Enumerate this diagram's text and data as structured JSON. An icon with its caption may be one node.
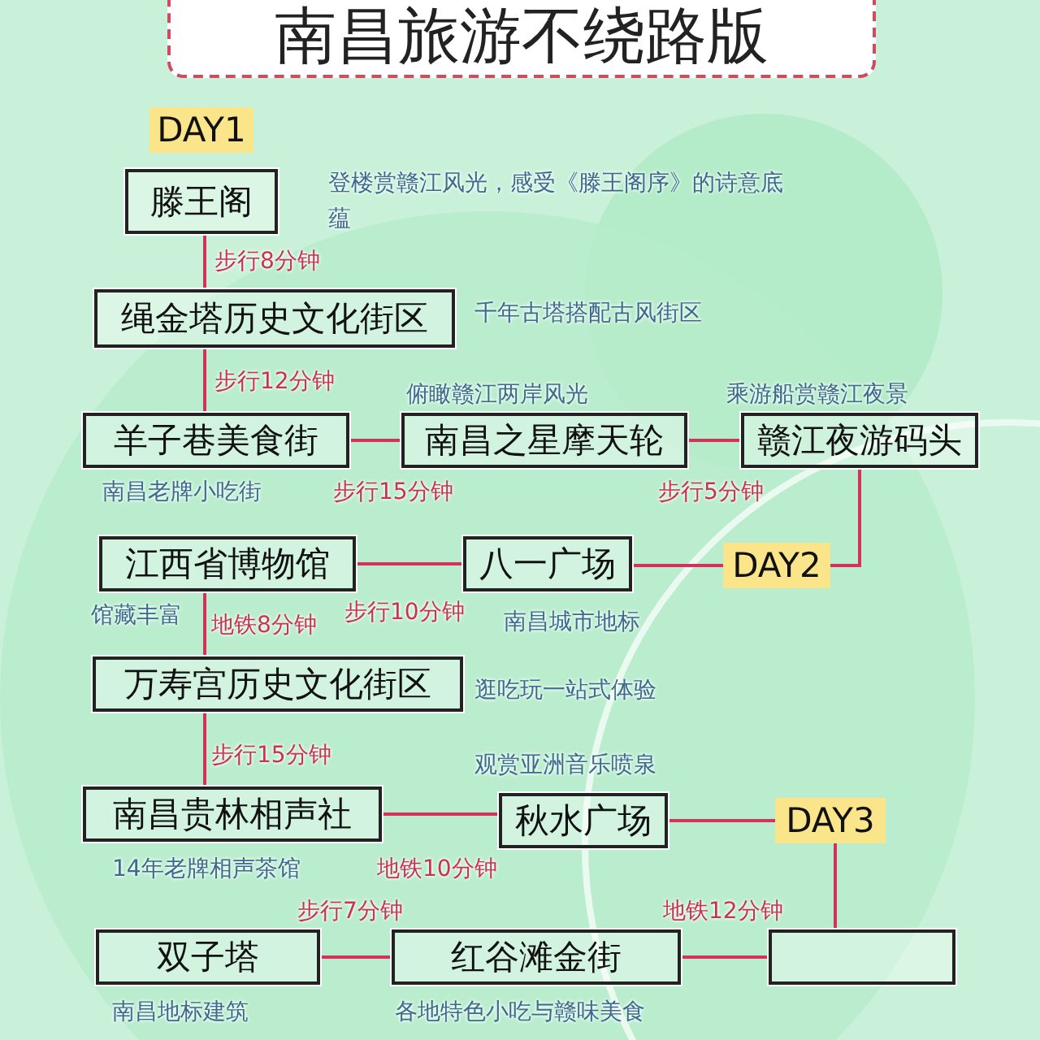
{
  "diagram": {
    "title": "南昌旅游不绕路版",
    "nodes": [
      {
        "text": [
          "DAY1"
        ]
      },
      {
        "text": [
          "滕王阁"
        ],
        "beside": [
          "登楼赏赣江风光，感受《滕王阁序》的诗意底蕴"
        ]
      },
      {
        "text": [
          "绳金塔历史文化街区"
        ],
        "beside": [
          "千年古塔搭配古风街区"
        ]
      },
      {
        "text": [
          "羊子巷美食街"
        ],
        "beside": [
          "南昌老牌小吃街"
        ]
      },
      {
        "text": [
          "南昌之星摩天轮"
        ],
        "beside": [
          "俯瞰赣江两岸风光"
        ]
      },
      {
        "text": [
          "赣江夜游码头"
        ],
        "beside": [
          "乘游船赏赣江夜景"
        ]
      },
      {
        "text": [
          "江西省博物馆"
        ],
        "beside": [
          "馆藏丰富"
        ]
      },
      {
        "text": [
          "八一广场"
        ],
        "beside": [
          "南昌城市地标"
        ]
      },
      {
        "text": [
          "DAY2"
        ]
      },
      {
        "text": [
          "万寿宫历史文化街区"
        ],
        "beside": [
          "逛吃玩一站式体验"
        ]
      },
      {
        "text": [
          "南昌贵林相声社"
        ],
        "beside": [
          "14年老牌相声茶馆"
        ]
      },
      {
        "text": [
          "秋水广场"
        ],
        "beside": [
          "观赏亚洲音乐喷泉"
        ]
      },
      {
        "text": [
          "DAY3"
        ]
      },
      {
        "text": [
          "双子塔"
        ],
        "beside": [
          "南昌地标建筑"
        ]
      },
      {
        "text": [
          "红谷滩金街"
        ],
        "beside": [
          "各地特色小吃与赣味美食"
        ]
      },
      {
        "text": [],
        "shape": "box"
      }
    ],
    "edges": [
      {
        "from": 1,
        "to": 2,
        "arrow": "none",
        "label": "步行8分钟"
      },
      {
        "from": 2,
        "to": 3,
        "arrow": "none",
        "label": "步行12分钟"
      },
      {
        "from": 3,
        "to": 4,
        "arrow": "none",
        "label": "步行15分钟"
      },
      {
        "from": 4,
        "to": 5,
        "arrow": "none",
        "label": "步行5分钟"
      },
      {
        "from": 5,
        "to": 8,
        "arrow": "none"
      },
      {
        "from": 8,
        "to": 7,
        "arrow": "none"
      },
      {
        "from": 7,
        "to": 6,
        "arrow": "none",
        "label": "步行10分钟"
      },
      {
        "from": 6,
        "to": 9,
        "arrow": "none",
        "label": "地铁8分钟"
      },
      {
        "from": 9,
        "to": 10,
        "arrow": "none",
        "label": "步行15分钟"
      },
      {
        "from": 10,
        "to": 11,
        "arrow": "none",
        "label": "地铁10分钟"
      },
      {
        "from": 11,
        "to": 12,
        "arrow": "none"
      },
      {
        "from": 12,
        "to": 15,
        "arrow": "none"
      },
      {
        "from": 15,
        "to": 14,
        "arrow": "none",
        "label": "地铁12分钟"
      },
      {
        "from": 14,
        "to": 13,
        "arrow": "none",
        "label": "步行7分钟"
      }
    ]
  }
}
